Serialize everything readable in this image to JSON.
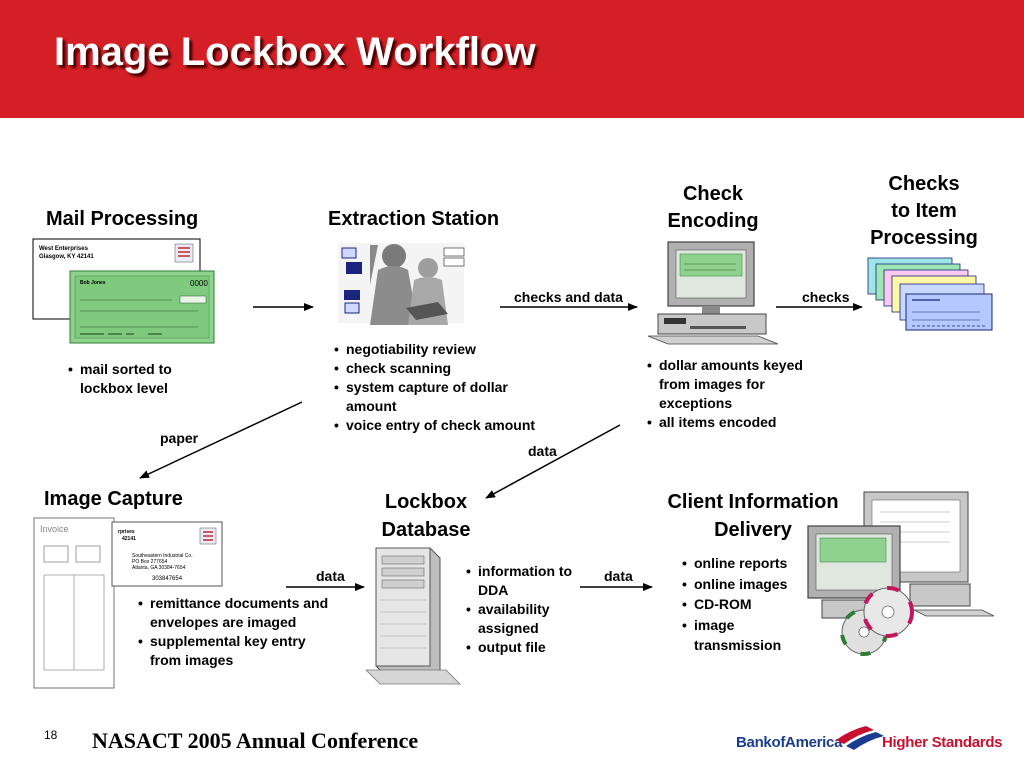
{
  "header": {
    "title": "Image Lockbox Workflow"
  },
  "stages": {
    "mail": {
      "title": "Mail Processing",
      "bullets": [
        "mail sorted to lockbox level"
      ]
    },
    "extraction": {
      "title": "Extraction Station",
      "bullets": [
        "negotiability review",
        "check scanning",
        "system capture of dollar amount",
        "voice entry of check amount"
      ]
    },
    "encoding": {
      "title_line1": "Check",
      "title_line2": "Encoding",
      "bullets": [
        "dollar amounts keyed from images for exceptions",
        "all items encoded"
      ]
    },
    "checks_item": {
      "title_line1": "Checks",
      "title_line2": "to Item",
      "title_line3": "Processing"
    },
    "capture": {
      "title": "Image Capture",
      "bullets": [
        "remittance documents and envelopes are imaged",
        "supplemental key entry from images"
      ]
    },
    "database": {
      "title_line1": "Lockbox",
      "title_line2": "Database",
      "bullets": [
        "information to DDA",
        "availability assigned",
        "output file"
      ]
    },
    "delivery": {
      "title_line1": "Client Information",
      "title_line2": "Delivery",
      "bullets": [
        "online reports",
        "online images",
        "CD-ROM",
        "image transmission"
      ]
    }
  },
  "arrows": {
    "checks_and_data": "checks and data",
    "checks": "checks",
    "paper": "paper",
    "data_diag": "data",
    "data_left": "data",
    "data_right": "data"
  },
  "artwork": {
    "envelope_company": "West Enterprises",
    "envelope_address": "Glasgow, KY 42141",
    "check_payer": "Bob Jones",
    "check_number": "0000",
    "invoice_label": "Invoice",
    "remit_company": "Southeastern Industrial Co.",
    "remit_box": "PO Box 277654",
    "remit_city": "Atlanta, GA 30384-7654",
    "remit_number": "303847654",
    "remit_partial_1": "rprises",
    "remit_partial_2": "42141"
  },
  "footer": {
    "page_number": "18",
    "conference": "NASACT 2005 Annual Conference",
    "brand": "BankofAmerica",
    "tagline": "Higher Standards"
  },
  "colors": {
    "header_red": "#d41f26",
    "check_green": "#4caf50",
    "boa_blue": "#1a3d8f",
    "boa_red": "#c8102e"
  }
}
